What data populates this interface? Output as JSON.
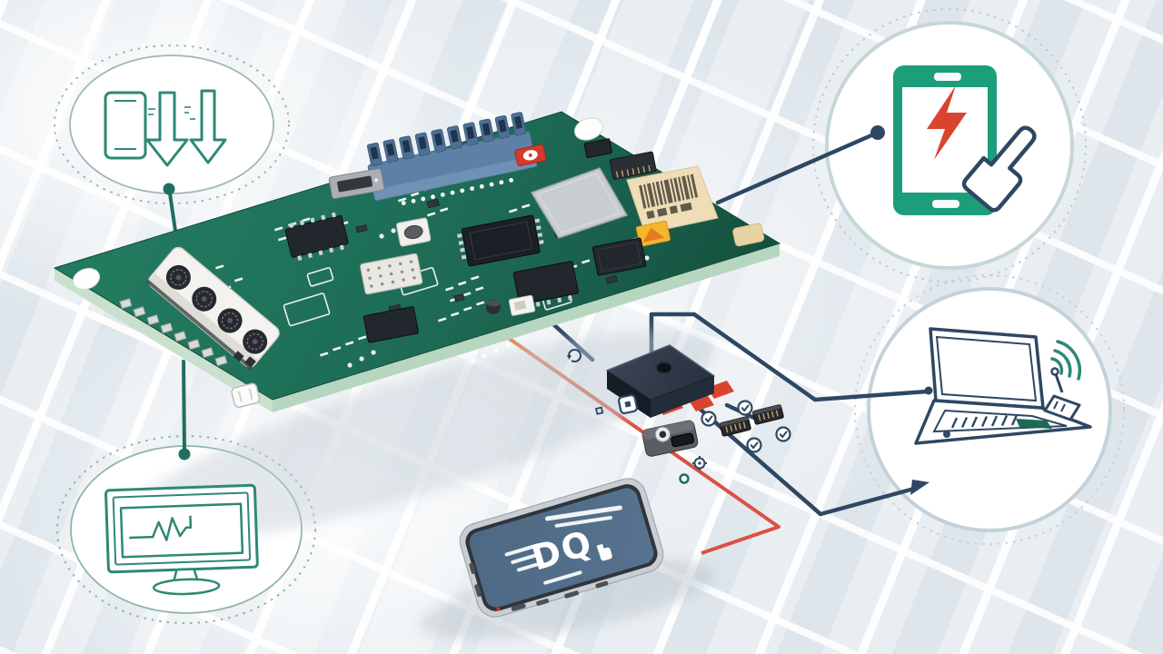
{
  "palette": {
    "bg": "#e9eef2",
    "teal": "#2e8876",
    "teal-dark": "#1f6e62",
    "navy": "#2e4763",
    "navy-deep": "#22364e",
    "green": "#1b9e79",
    "red": "#d9442f",
    "wire-red": "#dd5044",
    "wire-orange": "#e2995c",
    "pcb": "#1d6a55",
    "pcb-light": "#227a5f",
    "pcb-dark": "#15513f",
    "pcb-edge": "#c9e0cd",
    "terminal-blue": "#5d81a6",
    "label-cream": "#eeddb6",
    "sticker-yellow": "#f5b52e",
    "screen-blue": "#56728e",
    "phone-rim": "#c9ced3",
    "chip-dark": "#22272d",
    "module-dark": "#323b49"
  },
  "icons": {
    "download_phone": "phone-with-download-arrows-icon",
    "monitor": "monitor-waveform-icon",
    "charging_phone": "smartphone-lightning-tap-icon",
    "wifi_laptop": "laptop-wifi-icon"
  },
  "devices": {
    "pcb": "green-circuit-board",
    "power_module": "power-component",
    "smartphone": {
      "screen_logo": "DQ."
    }
  },
  "connections": [
    {
      "from": "pcb",
      "to": "download-phone-node"
    },
    {
      "from": "pcb",
      "to": "monitor-node"
    },
    {
      "from": "pcb",
      "to": "charging-phone-node"
    },
    {
      "from": "pcb",
      "to": "laptop-node"
    },
    {
      "from": "pcb",
      "to": "smartphone-device"
    }
  ]
}
